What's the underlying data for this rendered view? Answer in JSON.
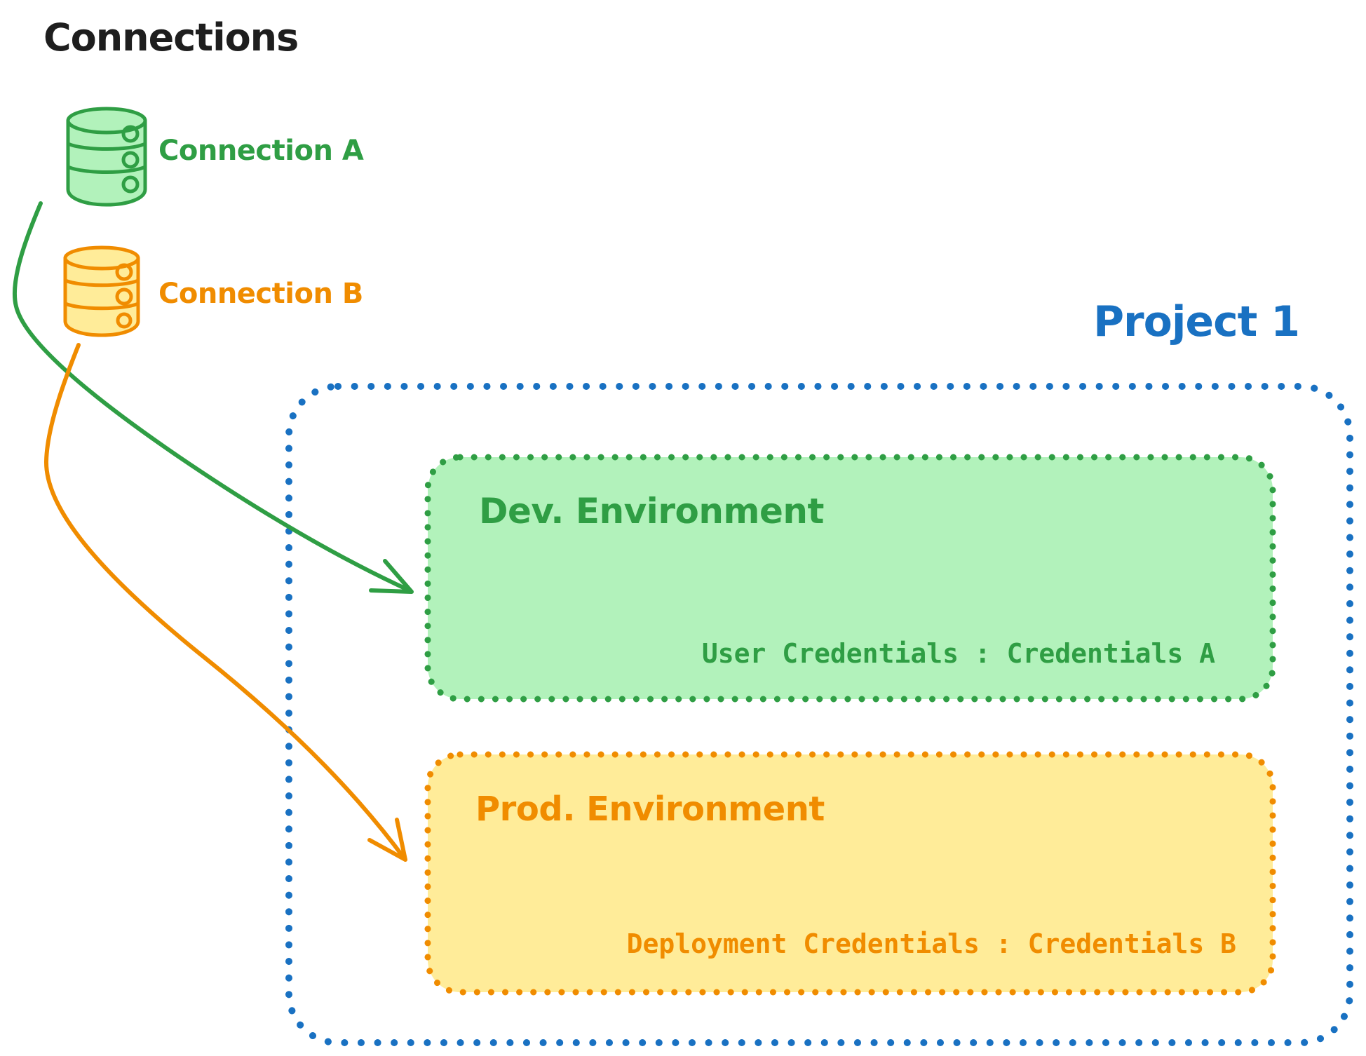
{
  "header": {
    "title": "Connections"
  },
  "connections": [
    {
      "label": "Connection A",
      "icon": "database-icon",
      "color": "#2f9e44"
    },
    {
      "label": "Connection B",
      "icon": "database-icon",
      "color": "#f08c00"
    }
  ],
  "project": {
    "label": "Project 1",
    "border_color": "#1971c2",
    "environments": [
      {
        "name": "Dev. Environment",
        "credentials": "User Credentials : Credentials A",
        "stroke_color": "#2f9e44",
        "fill_color": "#b2f2bb"
      },
      {
        "name": "Prod. Environment",
        "credentials": "Deployment Credentials : Credentials B",
        "stroke_color": "#f08c00",
        "fill_color": "#ffec99"
      }
    ]
  },
  "arrows": [
    {
      "from": "Connection A",
      "to": "Dev. Environment",
      "color": "#2f9e44"
    },
    {
      "from": "Connection B",
      "to": "Prod. Environment",
      "color": "#f08c00"
    }
  ],
  "colors": {
    "text": "#1e1e1e",
    "green": "#2f9e44",
    "green_fill": "#b2f2bb",
    "orange": "#f08c00",
    "orange_fill": "#ffec99",
    "blue": "#1971c2",
    "background": "#ffffff"
  }
}
